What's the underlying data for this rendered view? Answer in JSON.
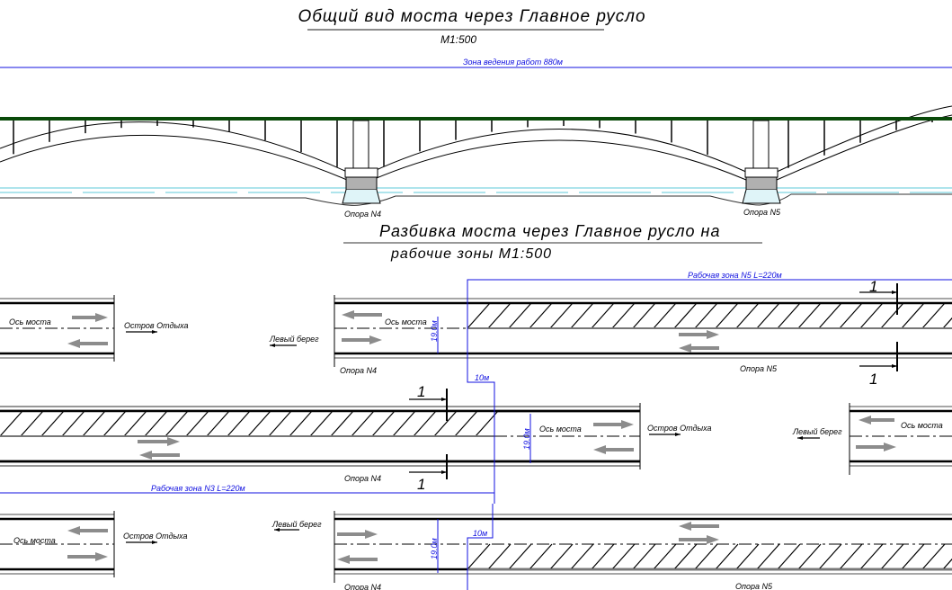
{
  "header": {
    "title": "Общий вид моста через Главное русло",
    "scale": "М1:500",
    "work_zone_total": "Зона ведения работ 880м"
  },
  "elevation": {
    "pier_labels": [
      "Опора N4",
      "Опора N5"
    ]
  },
  "plan": {
    "title_line1": "Разбивка моста через Главное русло на",
    "title_line2": "рабочие зоны  М1:500",
    "axis_label": "Ось моста",
    "left_bank": "Левый берег",
    "island": "Остров Отдыха",
    "pier_n4": "Опора N4",
    "pier_n5": "Опора N5",
    "width_dim": "19.0м",
    "offset_dim": "10м",
    "section_mark": "1",
    "zone_n5": "Рабочая зона N5  L=220м",
    "zone_n3": "Рабочая зона N3  L=220м"
  },
  "colors": {
    "dimension": "#1010e0",
    "water": "#5cc8d8",
    "deck": "#0a4a0a",
    "arrow": "#8c8c8c"
  }
}
